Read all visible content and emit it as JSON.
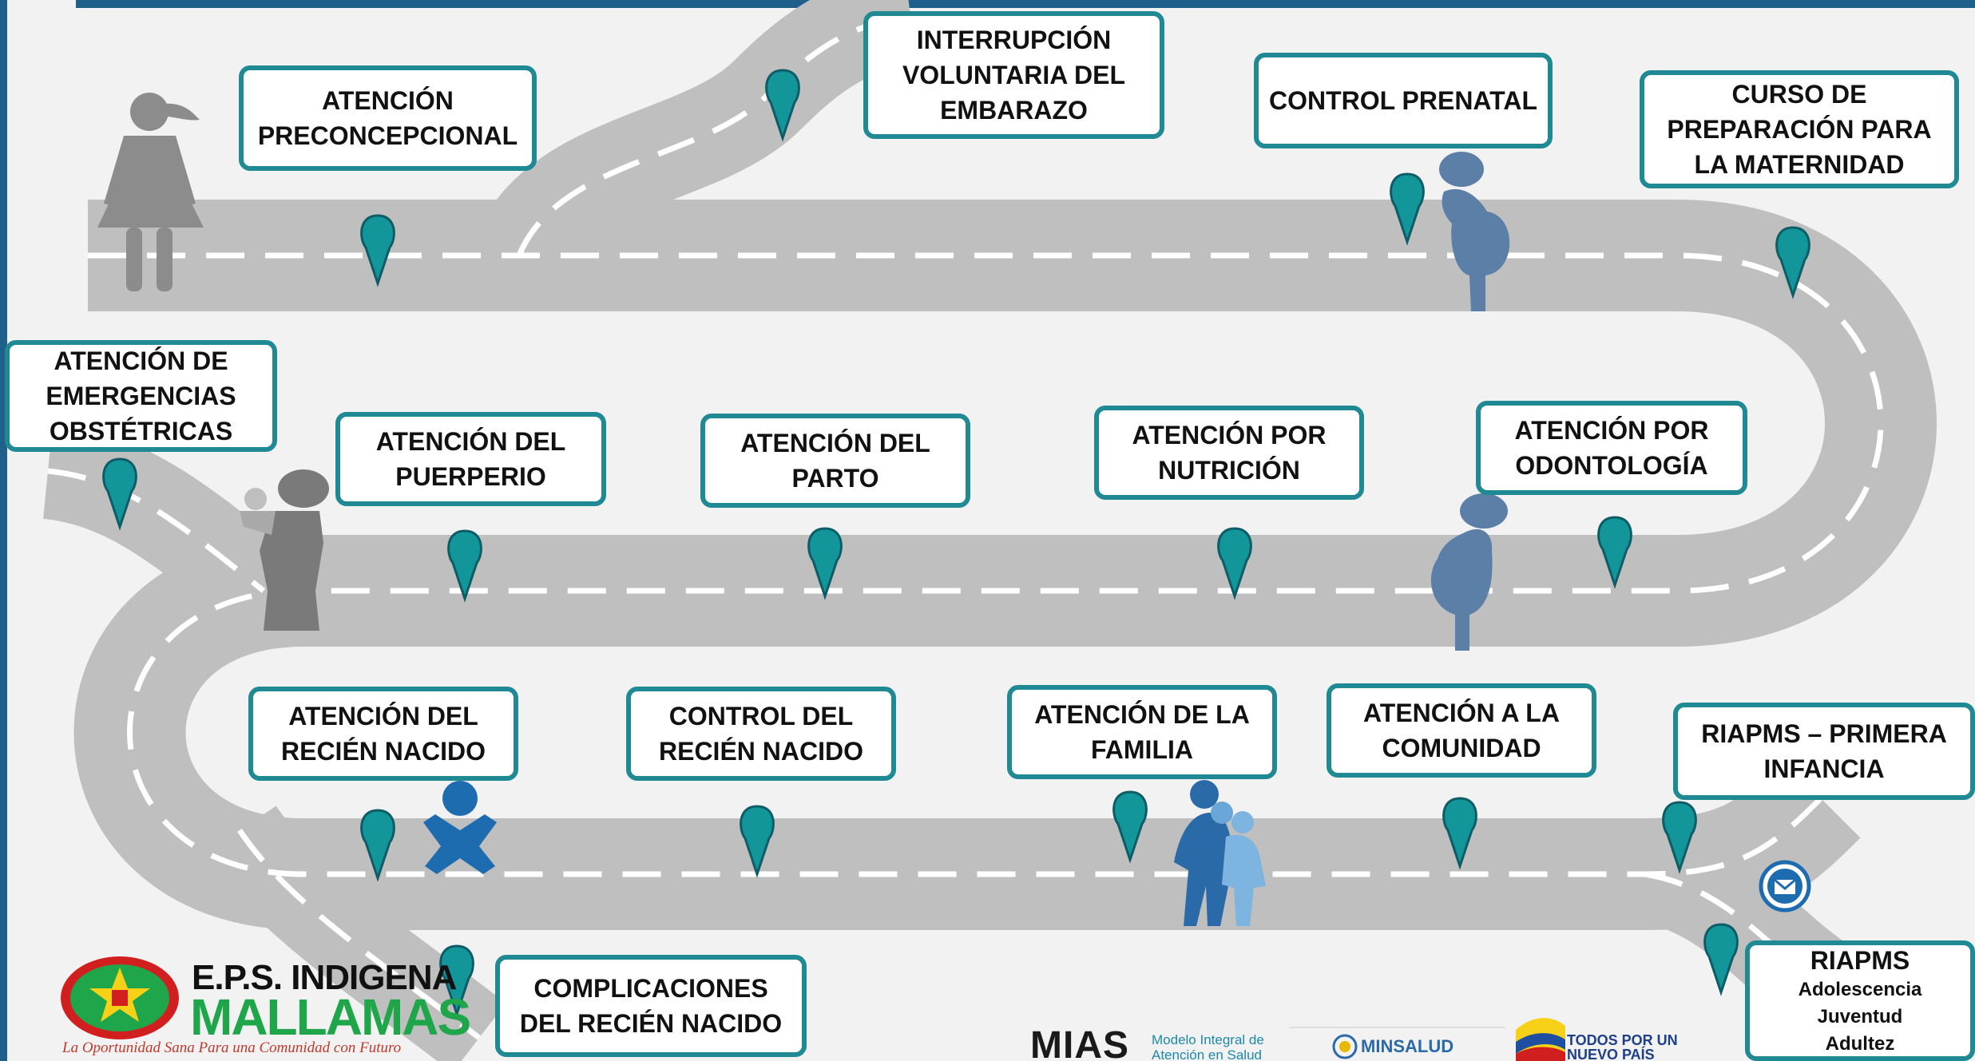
{
  "colors": {
    "frame": "#1f5f8b",
    "road": "#bfbfbf",
    "dash": "#ffffff",
    "box_border": "#1f8a94",
    "pin": "#13969a",
    "figure_gray": "#8c8c8c",
    "figure_blue": "#5b7fa6",
    "background": "#f2f2f2"
  },
  "steps": {
    "preconcepcional": "ATENCIÓN PRECONCEPCIONAL",
    "interrupcion": "INTERRUPCIÓN VOLUNTARIA DEL EMBARAZO",
    "prenatal": "CONTROL PRENATAL",
    "curso": "CURSO DE PREPARACIÓN PARA LA MATERNIDAD",
    "emergencias": "ATENCIÓN DE EMERGENCIAS OBSTÉTRICAS",
    "puerperio": "ATENCIÓN DEL PUERPERIO",
    "parto": "ATENCIÓN DEL PARTO",
    "nutricion": "ATENCIÓN POR NUTRICIÓN",
    "odontologia": "ATENCIÓN POR ODONTOLOGÍA",
    "recien_nacido": "ATENCIÓN DEL RECIÉN NACIDO",
    "control_recien": "CONTROL DEL RECIÉN NACIDO",
    "familia": "ATENCIÓN DE LA FAMILIA",
    "comunidad": "ATENCIÓN A LA COMUNIDAD",
    "primera_infancia": "RIAPMS – PRIMERA INFANCIA",
    "complicaciones": "COMPLICACIONES DEL RECIÉN NACIDO",
    "riapms_title": "RIAPMS",
    "riapms_items": [
      "Adolescencia",
      "Juventud",
      "Adultez"
    ]
  },
  "icons": [
    "map-pin-icon",
    "woman-icon",
    "pregnant-woman-icon",
    "mother-with-baby-icon",
    "baby-icon",
    "family-icon",
    "mail-icon"
  ],
  "logos": {
    "eps_line1": "E.P.S. INDIGENA",
    "eps_line2": "MALLAMAS",
    "eps_slogan": "La Oportunidad Sana Para una Comunidad con Futuro",
    "mias_mark": "MIAS",
    "mias_text_1": "Modelo Integral de",
    "mias_text_2": "Atención en Salud",
    "minsalud": "MINSALUD",
    "todos_1": "TODOS POR UN",
    "todos_2": "NUEVO PAÍS"
  }
}
